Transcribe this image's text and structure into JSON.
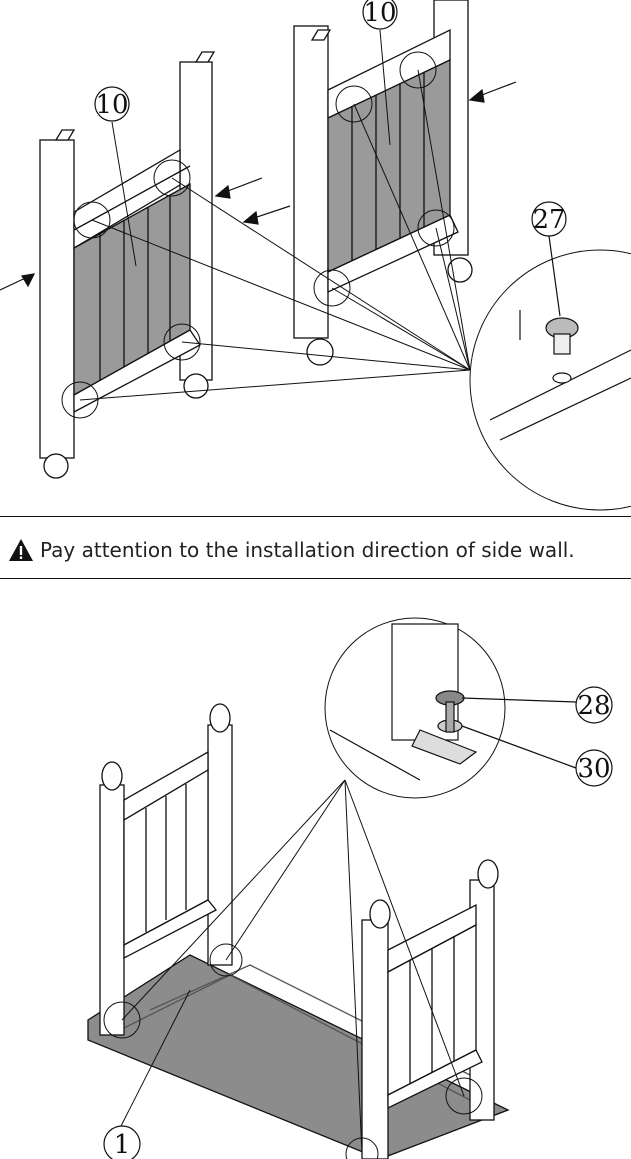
{
  "top_figure": {
    "callouts": [
      {
        "id": "c10a",
        "label": "10"
      },
      {
        "id": "c10b",
        "label": "10"
      },
      {
        "id": "c27",
        "label": "27"
      }
    ]
  },
  "notice": {
    "icon": "warning-triangle-icon",
    "text": "Pay attention to the installation direction of side wall."
  },
  "bottom_figure": {
    "callouts": [
      {
        "id": "c28",
        "label": "28"
      },
      {
        "id": "c30",
        "label": "30"
      },
      {
        "id": "c1",
        "label": "1"
      }
    ]
  },
  "colors": {
    "line": "#111111",
    "panel_fill": "#9a9a9a",
    "base_fill": "#8c8c8c",
    "background": "#ffffff"
  }
}
